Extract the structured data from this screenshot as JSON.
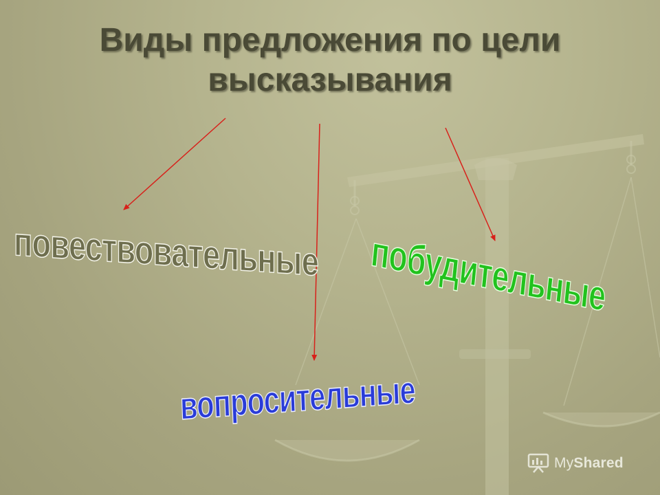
{
  "slide": {
    "title_line1": "Виды предложения по цели",
    "title_line2": "высказывания",
    "types": {
      "narrative": "повествовательные",
      "imperative": "побудительные",
      "interrogative": "вопросительные"
    },
    "logo": {
      "part1": "My",
      "part2": "Shared"
    }
  },
  "colors": {
    "background": "#b3b28c",
    "title": "#4a4a36",
    "arrow": "#d8201a",
    "narrative": "#6e6e4e",
    "imperative": "#22c21e",
    "interrogative": "#2a3cd8"
  },
  "icons": {
    "background": "scales-of-justice",
    "logo": "presentation-board-icon"
  }
}
